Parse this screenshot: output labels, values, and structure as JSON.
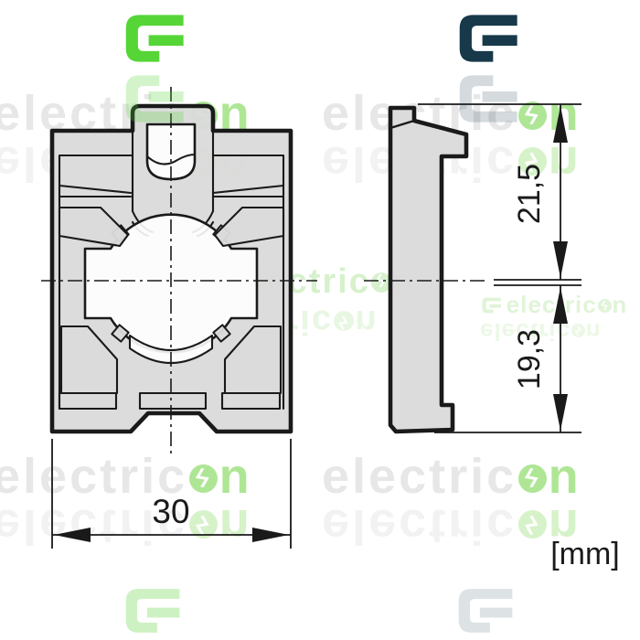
{
  "page": {
    "background": "#ffffff"
  },
  "brand": {
    "logo_green": "#55d636",
    "logo_dark": "#17394a",
    "watermark_pre": "electric",
    "watermark_bolt": "ϟ",
    "watermark_post": "n"
  },
  "drawing": {
    "line_color": "#1a1a1a",
    "fill_gray": "#dcdcdc",
    "dim_width": "30",
    "dim_upper": "21,5",
    "dim_lower": "19,3",
    "unit": "[mm]"
  }
}
